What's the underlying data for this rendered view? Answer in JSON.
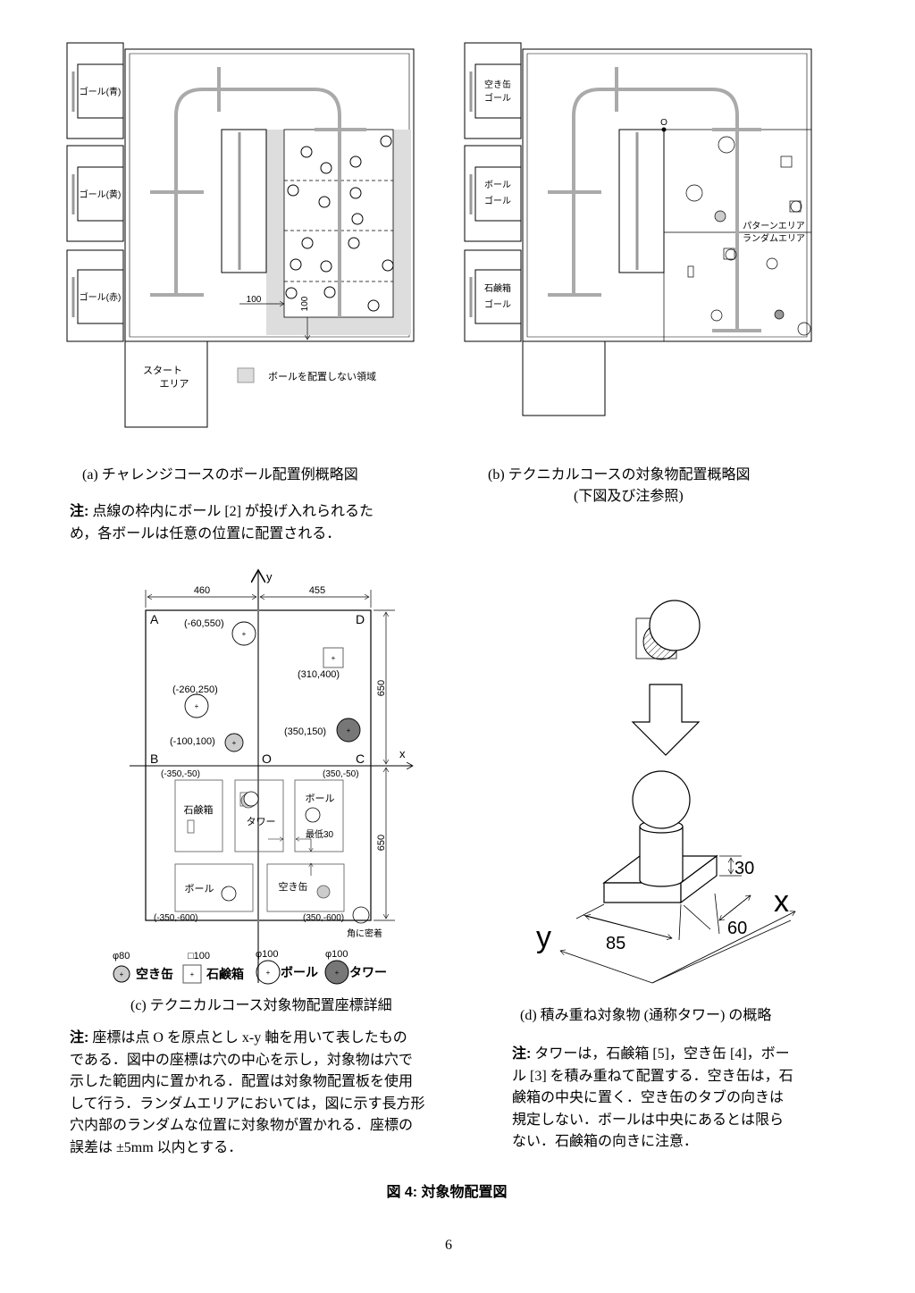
{
  "fig_a": {
    "goals": [
      "ゴール(青)",
      "ゴール(黄)",
      "ゴール(赤)"
    ],
    "dim_h": "100",
    "dim_v": "100",
    "start_area": [
      "スタート",
      "エリア"
    ],
    "legend": "ボールを配置しない領域",
    "caption": "(a) チャレンジコースのボール配置例概略図",
    "note_label": "注:",
    "note_lines": [
      "点線の枠内にボール [2] が投げ入れられるた",
      "め，各ボールは任意の位置に配置される．"
    ]
  },
  "fig_b": {
    "goals": [
      [
        "空き缶",
        "ゴール"
      ],
      [
        "ボール",
        "ゴール"
      ],
      [
        "石鹸箱",
        "ゴール"
      ]
    ],
    "origin": "O",
    "pattern_area": "パターンエリア",
    "random_area": "ランダムエリア",
    "caption": "(b) テクニカルコースの対象物配置概略図",
    "caption2": "(下図及び注参照)"
  },
  "fig_c": {
    "axis_x": "x",
    "axis_y": "y",
    "dim_left": "460",
    "dim_right": "455",
    "dim_top_v": "650",
    "dim_bottom_v": "650",
    "corners": {
      "A": "A",
      "B": "B",
      "C": "C",
      "D": "D",
      "O": "O"
    },
    "coords": {
      "ball1": "(-60,550)",
      "soap": "(310,400)",
      "ball2": "(-260,250)",
      "tower": "(350,150)",
      "can": "(-100,100)",
      "b_corner": "(-350,-50)",
      "c_corner": "(350,-50)",
      "bl": "(-350,-600)",
      "br": "(350,-600)"
    },
    "random_labels": {
      "soap": "石鹸箱",
      "tower": "タワー",
      "ball": "ボール",
      "min": "最低30",
      "ball2": "ボール",
      "can": "空き缶",
      "corner": "角に密着"
    },
    "legend": [
      {
        "size": "φ80",
        "name": "空き缶",
        "color": "#cccccc"
      },
      {
        "size": "□100",
        "name": "石鹸箱",
        "color": "#ffffff"
      },
      {
        "size": "φ100",
        "name": "ボール",
        "color": "#ffffff"
      },
      {
        "size": "φ100",
        "name": "タワー",
        "color": "#777777"
      }
    ],
    "caption": "(c) テクニカルコース対象物配置座標詳細",
    "note_label": "注:",
    "note_lines": [
      "座標は点 O を原点とし x-y 軸を用いて表したもの",
      "である．図中の座標は穴の中心を示し，対象物は穴で",
      "示した範囲内に置かれる．配置は対象物配置板を使用",
      "して行う．ランダムエリアにおいては，図に示す長方形",
      "穴内部のランダムな位置に対象物が置かれる．座標の",
      "誤差は ±5mm 以内とする．"
    ]
  },
  "fig_d": {
    "dim_30": "30",
    "dim_60": "60",
    "dim_85": "85",
    "axis_x": "x",
    "axis_y": "y",
    "caption": "(d) 積み重ね対象物 (通称タワー) の概略",
    "note_label": "注:",
    "note_lines": [
      "タワーは，石鹸箱 [5]，空き缶 [4]，ボー",
      "ル [3] を積み重ねて配置する．空き缶は，石",
      "鹸箱の中央に置く．空き缶のタブの向きは",
      "規定しない．ボールは中央にあるとは限ら",
      "ない．石鹸箱の向きに注意．"
    ]
  },
  "figure_title": "図 4: 対象物配置図",
  "page_number": "6"
}
